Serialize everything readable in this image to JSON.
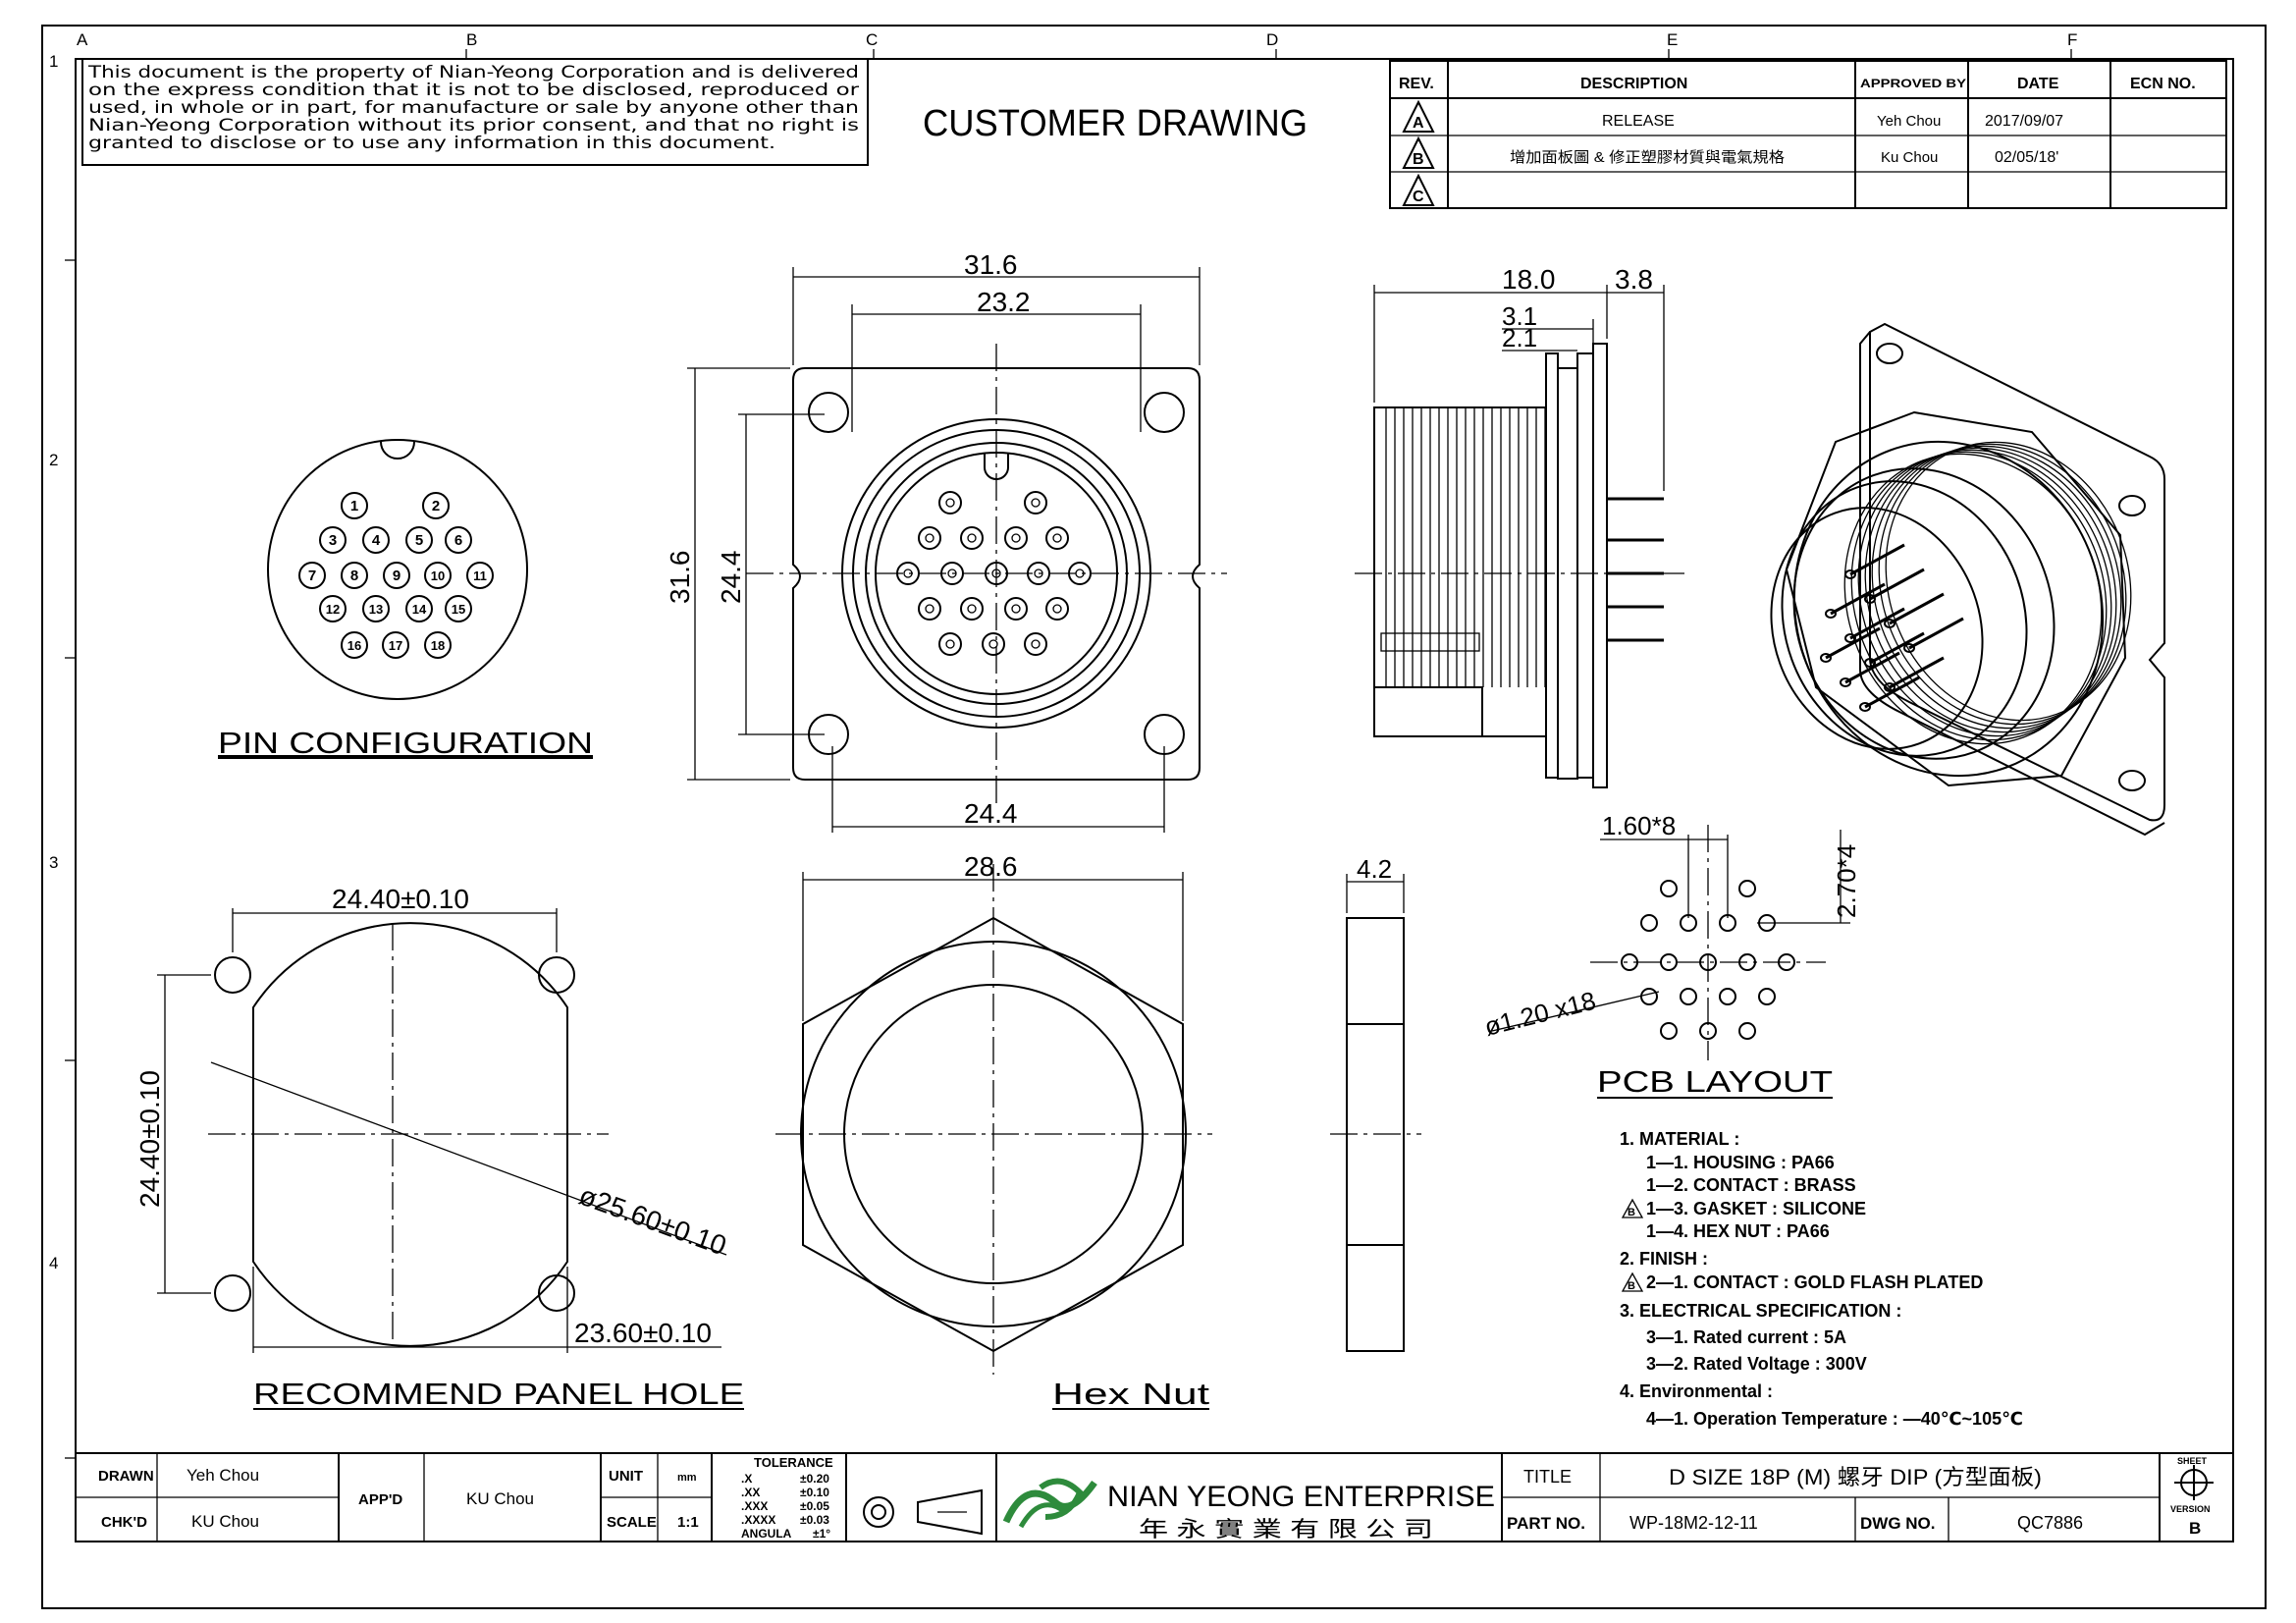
{
  "zone_letters": [
    "A",
    "B",
    "C",
    "D",
    "E",
    "F"
  ],
  "zone_numbers": [
    "1",
    "2",
    "3",
    "4"
  ],
  "notice": {
    "lines": [
      "This document is the property of Nian-Yeong Corporation and is delivered",
      "on the express condition that it is not to be disclosed, reproduced or",
      "used, in whole or in part, for manufacture or sale by anyone other than",
      "Nian-Yeong Corporation without its prior consent, and that no right is",
      "granted to disclose or to use any information in this document."
    ]
  },
  "header_title": "CUSTOMER  DRAWING",
  "revision_table": {
    "headers": [
      "REV.",
      "DESCRIPTION",
      "APPROVED BY",
      "DATE",
      "ECN NO."
    ],
    "rows": [
      {
        "rev": "A",
        "description": "RELEASE",
        "approved": "Yeh Chou",
        "date": "2017/09/07",
        "ecn": ""
      },
      {
        "rev": "B",
        "description": "增加面板圖 & 修正塑膠材質與電氣規格",
        "approved": "Ku Chou",
        "date": "02/05/18'",
        "ecn": ""
      },
      {
        "rev": "C",
        "description": "",
        "approved": "",
        "date": "",
        "ecn": ""
      }
    ]
  },
  "pin_configuration": {
    "title": "PIN  CONFIGURATION",
    "pins": [
      "1",
      "2",
      "3",
      "4",
      "5",
      "6",
      "7",
      "8",
      "9",
      "10",
      "11",
      "12",
      "13",
      "14",
      "15",
      "16",
      "17",
      "18"
    ]
  },
  "front_view": {
    "dim_overall_width": "31.6",
    "dim_inner_width": "23.2",
    "dim_overall_height": "31.6",
    "dim_hole_height": "24.4",
    "dim_hole_width": "24.4"
  },
  "side_view": {
    "dim_length": "18.0",
    "dim_pin": "3.8",
    "dim_flange": "3.1",
    "dim_gasket": "2.1"
  },
  "pcb_layout": {
    "title": "PCB  LAYOUT",
    "dim_pitch_x": "1.60*8",
    "dim_pitch_y": "2.70*4",
    "dim_hole": "ø1.20 x18"
  },
  "panel_hole": {
    "title": "RECOMMEND  PANEL  HOLE",
    "dim_width": "24.40±0.10",
    "dim_height": "24.40±0.10",
    "dim_diameter": "ø25.60±0.10",
    "dim_flat": "23.60±0.10"
  },
  "hex_nut": {
    "title": "Hex  Nut",
    "dim_width": "28.6",
    "dim_thickness": "4.2"
  },
  "notes": {
    "lines": [
      "1.  MATERIAL :",
      "1—1.  HOUSING  :  PA66",
      "1—2.  CONTACT  :  BRASS",
      "1—3.  GASKET  :  SILICONE",
      "1—4.  HEX  NUT  :  PA66",
      "2.  FINISH  :",
      "2—1.  CONTACT  :  GOLD  FLASH  PLATED",
      "3.  ELECTRICAL  SPECIFICATION  :",
      "3—1.  Rated  current  :  5A",
      "3—2.  Rated  Voltage  :  300V",
      "4.  Environmental  :",
      "4—1.  Operation  Temperature  :  —40℃~105℃"
    ],
    "rev_markers": [
      "B",
      "B"
    ]
  },
  "title_block": {
    "drawn_label": "DRAWN",
    "drawn_by": "Yeh Chou",
    "checked_label": "CHK'D",
    "checked_by": "KU Chou",
    "approved_label": "APP'D",
    "approved_by": "KU Chou",
    "unit_label": "UNIT",
    "unit_value": "mm",
    "scale_label": "SCALE",
    "scale_value": "1:1",
    "tolerance_title": "TOLERANCE",
    "tolerances": [
      {
        "k": ".X",
        "v": "±0.20"
      },
      {
        "k": ".XX",
        "v": "±0.10"
      },
      {
        "k": ".XXX",
        "v": "±0.05"
      },
      {
        "k": ".XXXX",
        "v": "±0.03"
      },
      {
        "k": "ANGULA",
        "v": "±1°"
      }
    ],
    "company_name": "NIAN YEONG ENTERPRISE",
    "company_chinese": "年 永 實 業 有 限 公 司",
    "title_label": "TITLE",
    "title_value": "D  SIZE  18P  (M)  螺牙  DIP  (方型面板)",
    "part_no_label": "PART NO.",
    "part_no": "WP-18M2-12-11",
    "dwg_no_label": "DWG NO.",
    "dwg_no": "QC7886",
    "sheet_label": "SHEET",
    "version_label": "VERSION",
    "version": "B"
  }
}
